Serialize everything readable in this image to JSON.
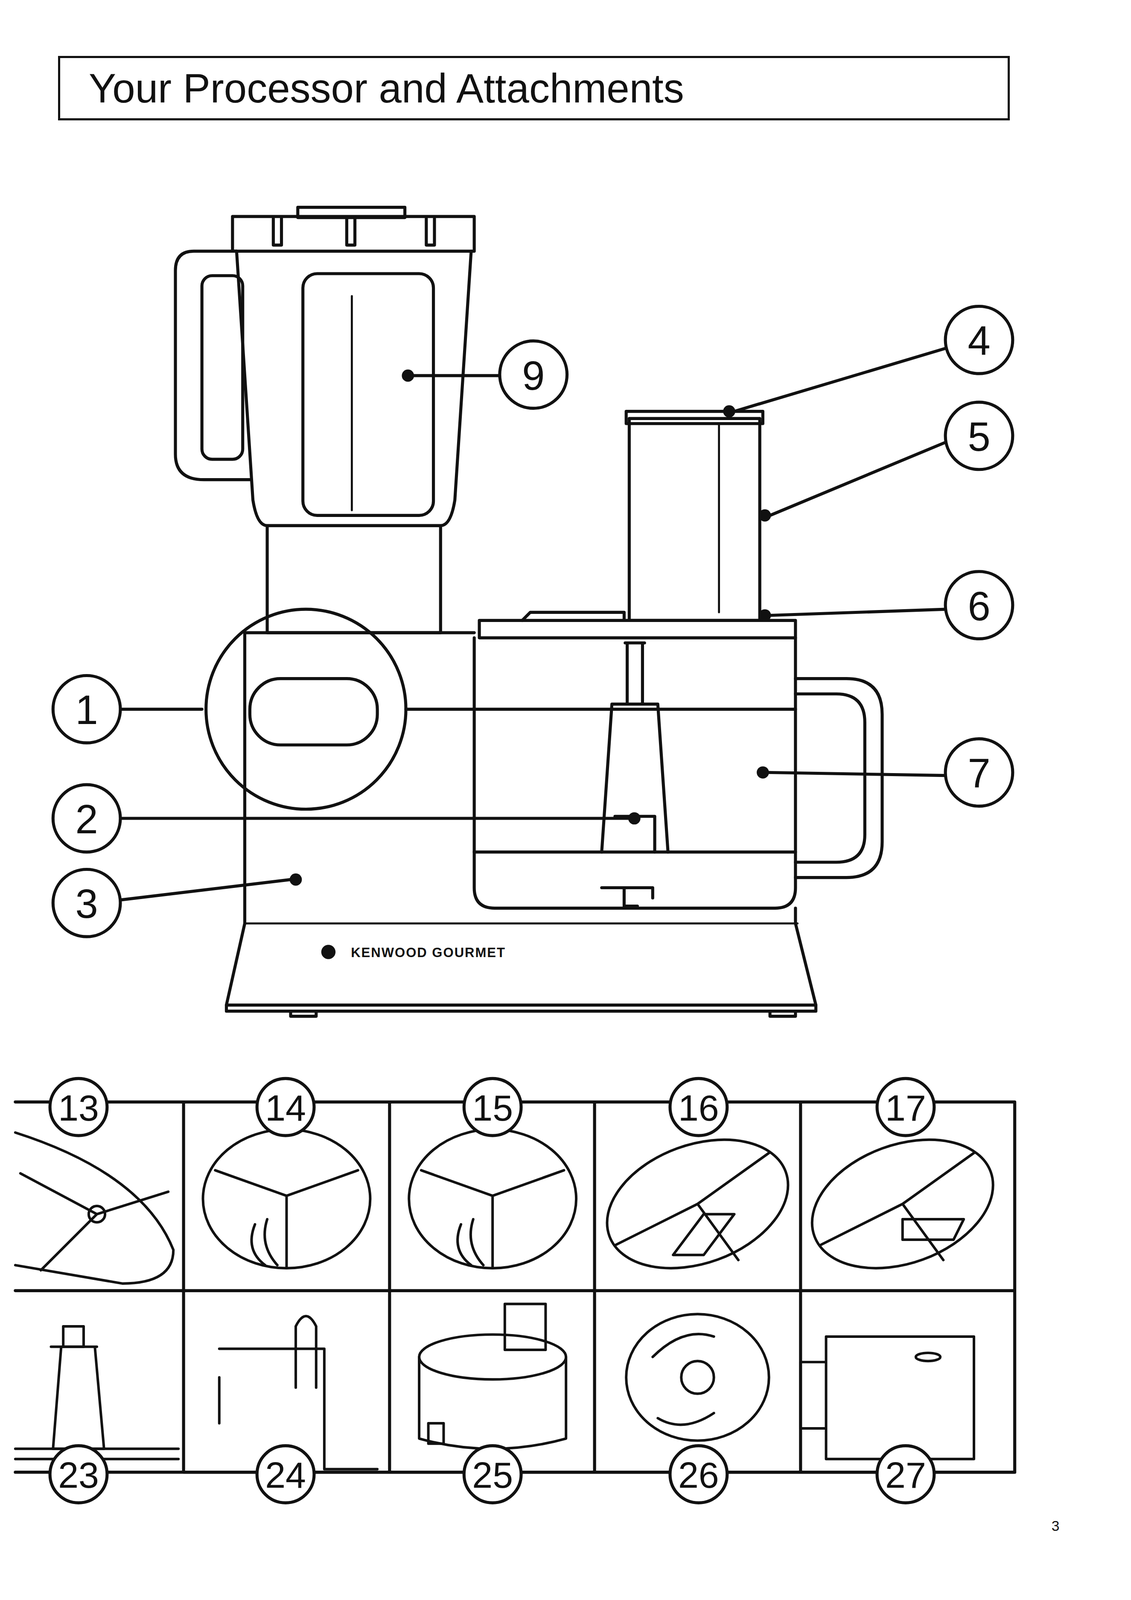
{
  "diagram": {
    "title": "Your Processor and Attachments",
    "labels": [
      "9",
      "4",
      "5",
      "6",
      "1",
      "7",
      "2",
      "3",
      "KENWOOD GOURMET",
      "13",
      "14",
      "15",
      "16",
      "17",
      "23",
      "24",
      "25",
      "26",
      "27",
      "3"
    ]
  }
}
